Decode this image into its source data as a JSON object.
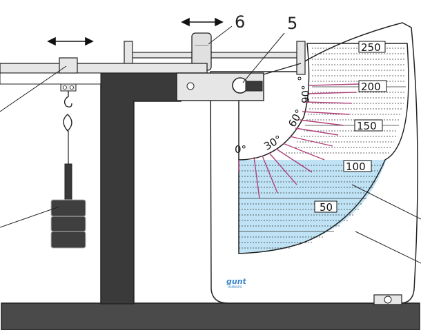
{
  "callouts": {
    "c6": "6",
    "c5": "5"
  },
  "angle_labels": [
    "0°",
    "30°",
    "60°",
    "90°"
  ],
  "scale_labels": [
    "250",
    "200",
    "150",
    "100",
    "50"
  ],
  "logo": {
    "brand": "gunt",
    "sub": "HAMBURG"
  },
  "colors": {
    "frame": "#3a3a3a",
    "water": "#bfe3f5",
    "beam": "#e6e6e6",
    "outline": "#222222",
    "angle_marks": "#b0407a"
  }
}
